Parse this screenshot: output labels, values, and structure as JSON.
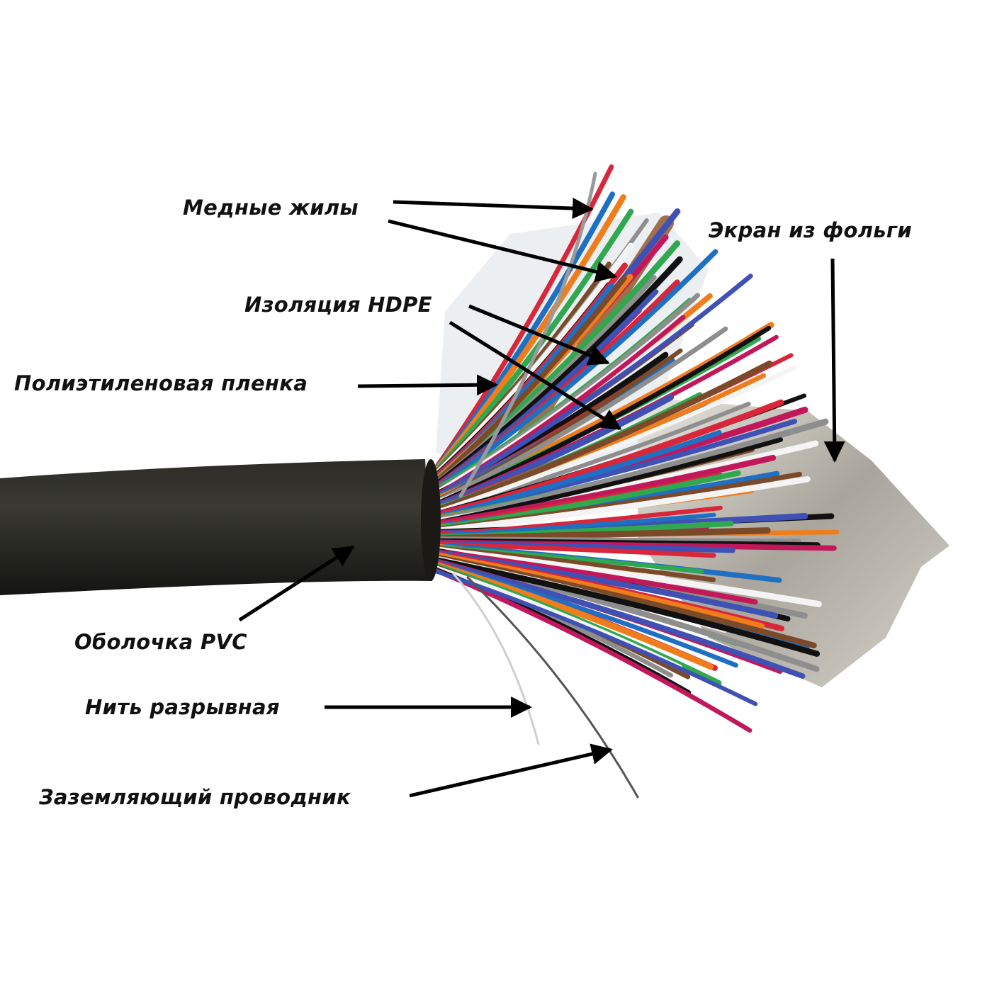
{
  "labels": {
    "copper_cores": "Медные жилы",
    "foil_screen": "Экран из фольги",
    "hdpe_insulation": "Изоляция HDPE",
    "pe_film": "Полиэтиленовая пленка",
    "pvc_sheath": "Оболочка PVC",
    "rip_cord": "Нить разрывная",
    "drain_wire": "Заземляющий проводник"
  },
  "colors": {
    "sheath": "#1f1e1a",
    "foil": "#b9b6ae",
    "arrow": "#000000",
    "wires": [
      "#d8263a",
      "#1f6fc2",
      "#f07d1c",
      "#2fa84f",
      "#7a4a2a",
      "#8e8e8e",
      "#f4f4f4",
      "#111111",
      "#c2185b",
      "#3f51b5"
    ]
  }
}
